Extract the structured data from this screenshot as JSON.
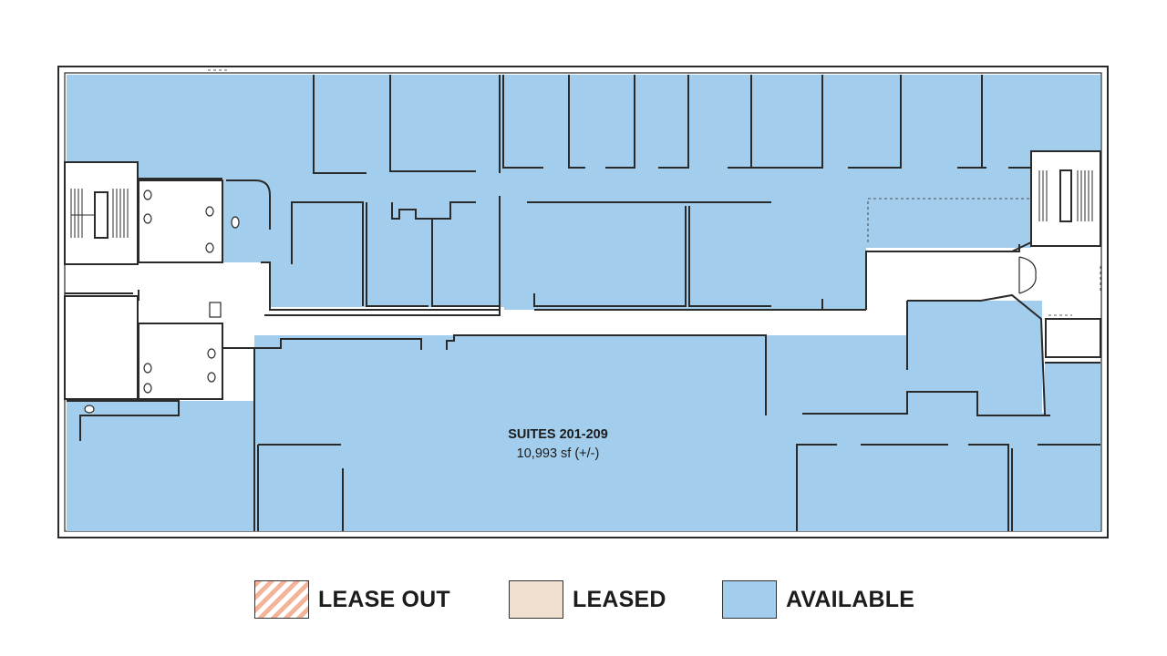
{
  "suite": {
    "name": "SUITES 201-209",
    "area": "10,993 sf (+/-)"
  },
  "legend": [
    {
      "key": "lease-out",
      "label": "LEASE OUT",
      "color": "#f4b49a",
      "pattern": "diagonal-hatch"
    },
    {
      "key": "leased",
      "label": "LEASED",
      "color": "#efe0cf"
    },
    {
      "key": "available",
      "label": "AVAILABLE",
      "color": "#a3cdec"
    }
  ],
  "colors": {
    "available": "#a3cdec",
    "wall": "#2a2a2a",
    "corridor": "#ffffff"
  }
}
